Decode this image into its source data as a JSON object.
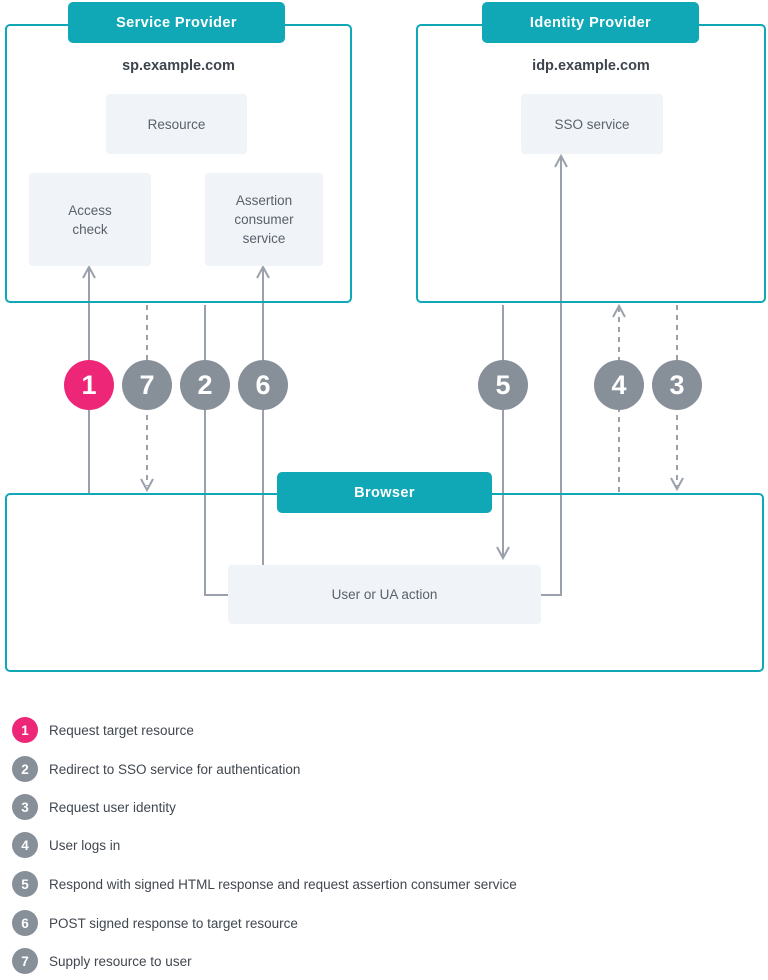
{
  "colors": {
    "teal": "#10a8b6",
    "accent_pink": "#ed2677",
    "step_gray": "#878f99",
    "line_gray": "#9aa1ab",
    "node_fill": "#f0f3f7"
  },
  "service_provider": {
    "label": "Service Provider",
    "host": "sp.example.com",
    "nodes": {
      "resource": "Resource",
      "access_check": "Access check",
      "assertion_consumer_service": "Assertion consumer service"
    }
  },
  "identity_provider": {
    "label": "Identity Provider",
    "host": "idp.example.com",
    "nodes": {
      "sso_service": "SSO service"
    }
  },
  "browser": {
    "label": "Browser",
    "nodes": {
      "user_action": "User or UA action"
    }
  },
  "steps": [
    {
      "number": "1",
      "label": "Request target resource"
    },
    {
      "number": "2",
      "label": "Redirect to SSO service for authentication"
    },
    {
      "number": "3",
      "label": "Request user identity"
    },
    {
      "number": "4",
      "label": "User logs in"
    },
    {
      "number": "5",
      "label": "Respond with signed HTML response and request assertion consumer service"
    },
    {
      "number": "6",
      "label": "POST signed response to target resource"
    },
    {
      "number": "7",
      "label": "Supply resource to user"
    }
  ]
}
